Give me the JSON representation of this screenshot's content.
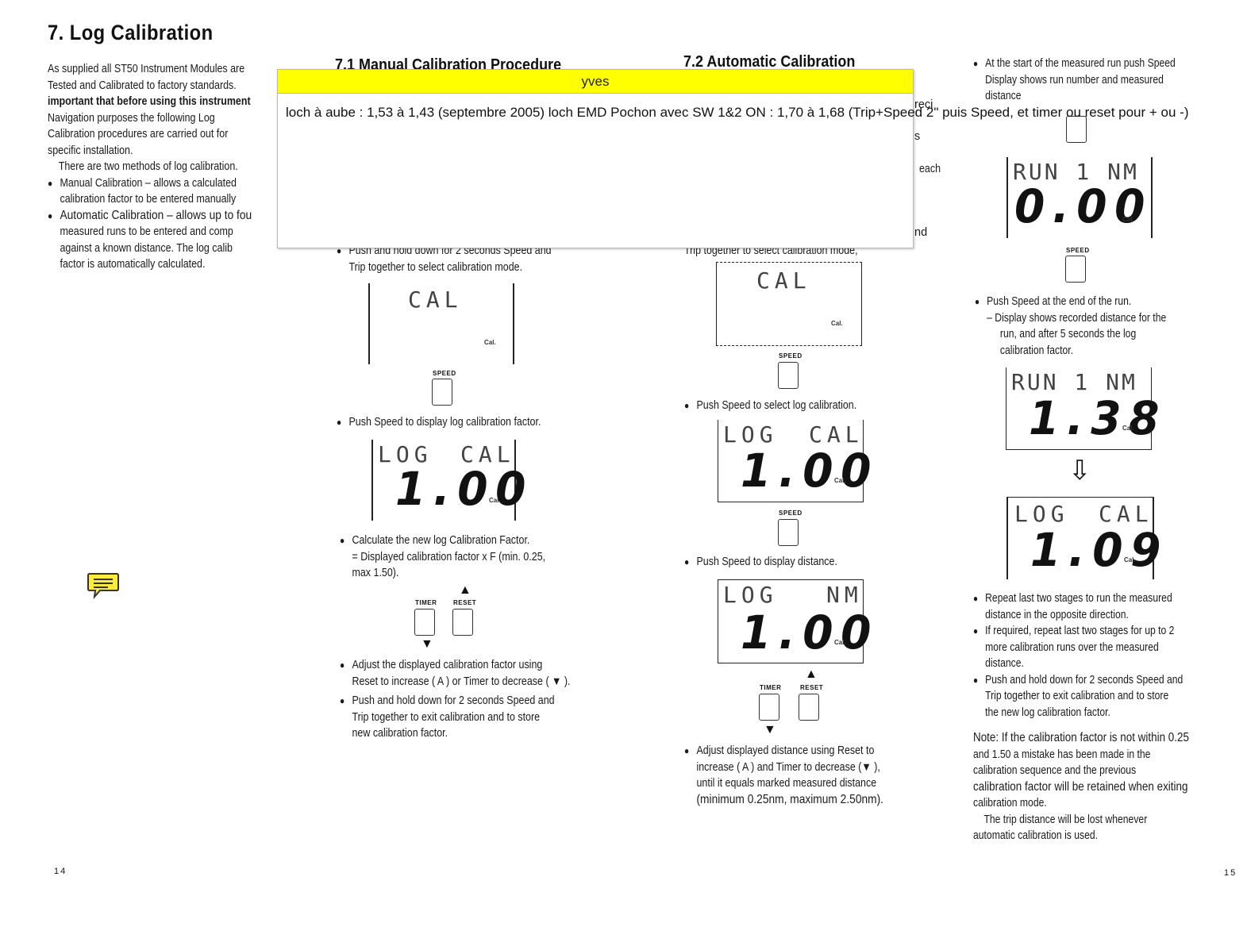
{
  "title": "7. Log Calibration",
  "left_col": {
    "p1_lines": [
      "As supplied all ST50 Instrument Modules are",
      "Tested and Calibrated to factory standards.",
      "important that before using this instrument",
      "Navigation purposes the following Log",
      "Calibration procedures are carried out for",
      "specific installation."
    ],
    "p2": "There are two methods of log calibration.",
    "b1_lines": [
      "Manual Calibration – allows a calculated",
      "calibration factor to be entered manually"
    ],
    "b2_lines": [
      "Automatic Calibration – allows up to fou",
      "measured runs to be entered and comp",
      "against a known distance. The log calib",
      "factor is automatically calculated."
    ]
  },
  "s71": {
    "heading": "7.1 Manual Calibration Procedure",
    "b_hold_lines": [
      "Push and hold down for 2 seconds Speed and",
      "Trip together to select calibration mode."
    ],
    "lcd_cal": "CAL",
    "cal_small": "Cal.",
    "speed_label": "SPEED",
    "b_push_speed": "Push Speed to display log calibration factor.",
    "lcd_log": "LOG",
    "lcd_cal2": "CAL",
    "lcd_value": "1.00",
    "b_calc_lines": [
      "Calculate the new log Calibration Factor.",
      "= Displayed calibration factor x F (min. 0.25,",
      "max 1.50)."
    ],
    "timer_label": "TIMER",
    "reset_label": "RESET",
    "b_adjust_lines": [
      "Adjust the displayed calibration factor using",
      "Reset to increase ( A ) or Timer to decrease ( ▼ )."
    ],
    "b_exit_lines": [
      "Push and hold down for 2 seconds Speed and",
      "Trip together to exit calibration and to store",
      "new calibration factor."
    ]
  },
  "s72": {
    "heading": "7.2 Automatic Calibration",
    "frag_reci": "reci",
    "frag_s": "s",
    "frag_each": "each",
    "frag_nd": "nd",
    "frag_trip": "Trip together to select calibration mode,",
    "lcd_cal": "CAL",
    "b_select": "Push Speed to select log calibration.",
    "lcd_log": "LOG",
    "lcd_cal2": "CAL",
    "lcd_value": "1.00",
    "b_display": "Push Speed to display distance.",
    "lcd_nm": "NM",
    "lcd_value2": "1.00",
    "b_adjust_lines": [
      "Adjust displayed distance using Reset to",
      "increase ( A ) and Timer to decrease (▼ ),",
      "until it equals marked measured distance",
      "(minimum 0.25nm, maximum 2.50nm)."
    ]
  },
  "right_col": {
    "b_start_lines": [
      "At the start of the measured run push Speed",
      "Display shows run number and measured",
      "distance"
    ],
    "lcd_run": "RUN 1 NM",
    "lcd_value": "0.00",
    "b_end": "Push Speed at the end of the run.",
    "sub_lines": [
      "– Display shows recorded distance for the",
      "run, and after 5 seconds the log",
      "calibration factor."
    ],
    "lcd_value2": "1.38",
    "lcd_log": "LOG",
    "lcd_cal": "CAL",
    "lcd_value3": "1.09",
    "b_repeat_lines": [
      "Repeat last two stages to run the measured",
      "distance in the opposite direction."
    ],
    "b_required_lines": [
      "If required, repeat last two stages for up to 2",
      "more calibration runs over the measured",
      "distance."
    ],
    "b_hold_lines": [
      "Push and hold down for 2 seconds Speed and",
      "Trip together to exit calibration and to store",
      "the new log calibration factor."
    ],
    "note_lines": [
      "Note: If the calibration factor is not within 0.25",
      "and 1.50 a mistake has been made in the",
      "calibration sequence and the previous",
      "calibration factor will be retained when exiting",
      "calibration mode."
    ],
    "trip_lines": [
      "The trip distance will be lost whenever",
      "automatic calibration is used."
    ]
  },
  "page_left": "14",
  "page_right": "15",
  "annotation": {
    "author": "yves",
    "text": "loch à aube : 1,53 à 1,43 (septembre 2005) loch EMD Pochon avec SW 1&2 ON : 1,70 à 1,68 (Trip+Speed 2\" puis Speed, et timer ou reset pour + ou -)",
    "header_color": "#ffff00"
  }
}
